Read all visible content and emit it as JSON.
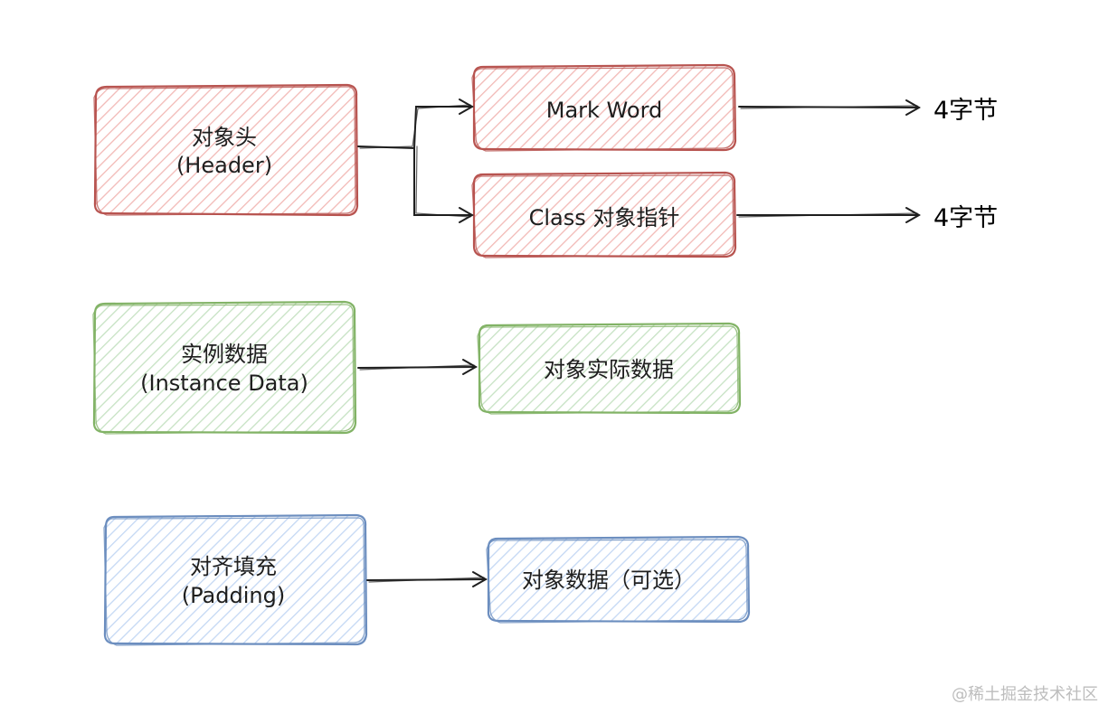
{
  "colors": {
    "red": {
      "stroke": "#b85450",
      "fill": "#f8cecc"
    },
    "green": {
      "stroke": "#82b366",
      "fill": "#d5e8d4"
    },
    "blue": {
      "stroke": "#6c8ebf",
      "fill": "#dae8fc"
    }
  },
  "nodes": {
    "header": {
      "line1": "对象头",
      "line2": "(Header)",
      "color": "red"
    },
    "mark_word": {
      "line1": "Mark Word",
      "color": "red"
    },
    "class_pointer": {
      "line1": "Class 对象指针",
      "color": "red"
    },
    "instance_data": {
      "line1": "实例数据",
      "line2": "(Instance Data)",
      "color": "green"
    },
    "instance_actual": {
      "line1": "对象实际数据",
      "color": "green"
    },
    "padding": {
      "line1": "对齐填充",
      "line2": "(Padding)",
      "color": "blue"
    },
    "padding_data": {
      "line1": "对象数据（可选）",
      "color": "blue"
    }
  },
  "labels": {
    "mark_word_size": "4字节",
    "class_pointer_size": "4字节"
  },
  "watermark": "@稀土掘金技术社区"
}
